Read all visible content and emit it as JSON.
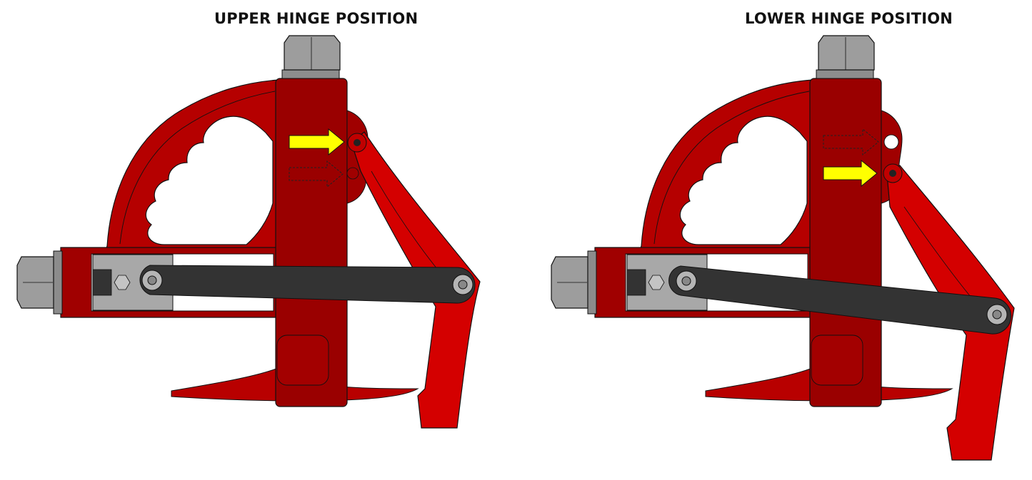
{
  "panels": {
    "upper": {
      "title": "UPPER HINGE POSITION",
      "active_hinge": "upper"
    },
    "lower": {
      "title": "LOWER HINGE POSITION",
      "active_hinge": "lower"
    }
  },
  "colors": {
    "body": "#b30000",
    "body_dark": "#8f0000",
    "jaw": "#d40000",
    "arm": "#333333",
    "steel": "#9d9d9d",
    "arrow_active": "#ffff00",
    "outline": "#111111"
  }
}
